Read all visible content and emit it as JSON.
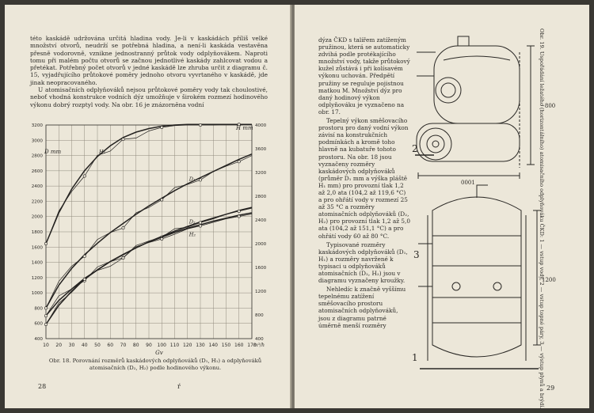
{
  "left_page": {
    "paragraph_1": "této kaskádě udržována určitá hladina vody. Je-li v kaskádách příliš velké množství otvorů, neudrží se potřebná hladina, a není-li kaskáda vestavěna přesně vodorovně, vznikne jednostranný průtok vody odplyňovákem. Naproti tomu při malém počtu otvorů se začnou jednotlivé kaskády zahlcovat vodou a přetékat. Potřebný počet otvorů v jedné kaskádě lze zhruba určit z diagramu č. 15, vyjadřujícího průtokové poměry jednoho otvoru vyvrtaného v kaskádě, jde jinak neopracovaného.",
    "paragraph_2": "U atomisačních odplyňováků nejsou průtokové poměry vody tak choulostivé, neboť vhodná konstrukce vodních dýz umožňuje v širokém rozmezí hodinového výkonu dobrý rozptyl vody. Na obr. 16 je znázorněna vodní",
    "caption": "Obr. 18. Porovnání rozměrů kaskádových odplyňováků (D₁, H₁) a odplyňováků atomisačních (D₂, H₂) podle hodinového výkonu.",
    "page_number": "28",
    "stray_mark": "ŕ"
  },
  "chart_data": {
    "type": "line",
    "title": "",
    "xlabel": "Gv",
    "x_unit": "m³/h",
    "ylabel_left": "D mm",
    "ylabel_right": "H mm",
    "xlim": [
      10,
      170
    ],
    "ylim_left": [
      400,
      3200
    ],
    "ylim_right": [
      400,
      4000
    ],
    "x_ticks": [
      "10",
      "20",
      "30",
      "40",
      "50",
      "60",
      "70",
      "80",
      "90",
      "100",
      "110",
      "120",
      "130",
      "140",
      "150",
      "160",
      "170"
    ],
    "y_ticks_left": [
      "400",
      "600",
      "800",
      "1000",
      "1200",
      "1400",
      "1600",
      "1800",
      "2000",
      "2200",
      "2400",
      "2600",
      "2800",
      "3000",
      "3200"
    ],
    "y_ticks_right": [
      "400",
      "800",
      "1200",
      "1600",
      "2000",
      "2400",
      "2800",
      "3200",
      "3600",
      "4000"
    ],
    "grid": true,
    "series": [
      {
        "name": "H₁",
        "axis": "right",
        "style": "smooth",
        "x": [
          10,
          20,
          30,
          40,
          50,
          60,
          70,
          80,
          90,
          100,
          110,
          120,
          130,
          140,
          150,
          160,
          170
        ],
        "y": [
          2000,
          2520,
          2920,
          3230,
          3470,
          3650,
          3790,
          3880,
          3940,
          3980,
          4000,
          4010,
          4010,
          4010,
          4010,
          4010,
          4010
        ]
      },
      {
        "name": "",
        "axis": "right",
        "style": "measured",
        "x": [
          10,
          20,
          30,
          40,
          50,
          60,
          70,
          80,
          90,
          100,
          110,
          120,
          130,
          140,
          150,
          160,
          170
        ],
        "y": [
          2000,
          2550,
          2880,
          3140,
          3490,
          3560,
          3760,
          3780,
          3900,
          3960,
          3990,
          4000,
          4000,
          4000,
          4010,
          4010,
          4010
        ]
      },
      {
        "name": "D₁",
        "axis": "left",
        "style": "smooth",
        "x": [
          10,
          20,
          30,
          40,
          50,
          60,
          70,
          80,
          90,
          100,
          110,
          120,
          130,
          140,
          150,
          160,
          170
        ],
        "y": [
          800,
          1100,
          1320,
          1500,
          1650,
          1790,
          1910,
          2030,
          2140,
          2240,
          2340,
          2430,
          2510,
          2590,
          2670,
          2750,
          2820
        ]
      },
      {
        "name": "",
        "axis": "left",
        "style": "measured",
        "x": [
          10,
          20,
          30,
          40,
          50,
          60,
          70,
          80,
          90,
          100,
          110,
          120,
          130,
          140,
          150,
          160,
          170
        ],
        "y": [
          800,
          1150,
          1350,
          1480,
          1700,
          1790,
          1850,
          2050,
          2120,
          2220,
          2380,
          2420,
          2480,
          2590,
          2660,
          2720,
          2800
        ]
      },
      {
        "name": "D₂",
        "axis": "left",
        "style": "smooth",
        "x": [
          10,
          20,
          30,
          40,
          50,
          60,
          70,
          80,
          90,
          100,
          110,
          120,
          130,
          140,
          150,
          160,
          170
        ],
        "y": [
          700,
          900,
          1050,
          1190,
          1300,
          1410,
          1500,
          1590,
          1670,
          1740,
          1810,
          1870,
          1930,
          1980,
          2030,
          2080,
          2120
        ]
      },
      {
        "name": "",
        "axis": "left",
        "style": "measured",
        "x": [
          10,
          20,
          30,
          40,
          50,
          60,
          70,
          80,
          90,
          100,
          110,
          120,
          130,
          140,
          150,
          160,
          170
        ],
        "y": [
          700,
          960,
          1050,
          1160,
          1340,
          1410,
          1460,
          1620,
          1680,
          1730,
          1840,
          1860,
          1920,
          1970,
          2030,
          2070,
          2110
        ]
      },
      {
        "name": "H₂",
        "axis": "right",
        "style": "smooth",
        "x": [
          10,
          20,
          30,
          40,
          50,
          60,
          70,
          80,
          90,
          100,
          110,
          120,
          130,
          140,
          150,
          160,
          170
        ],
        "y": [
          640,
          960,
          1200,
          1400,
          1560,
          1700,
          1820,
          1930,
          2030,
          2110,
          2190,
          2260,
          2320,
          2380,
          2430,
          2480,
          2520
        ]
      },
      {
        "name": "",
        "axis": "right",
        "style": "measured",
        "x": [
          10,
          20,
          30,
          40,
          50,
          60,
          70,
          80,
          90,
          100,
          110,
          120,
          130,
          140,
          150,
          160,
          170
        ],
        "y": [
          640,
          1000,
          1180,
          1400,
          1550,
          1620,
          1760,
          1950,
          2020,
          2080,
          2160,
          2250,
          2300,
          2360,
          2420,
          2460,
          2500
        ]
      }
    ]
  },
  "right_page": {
    "column_paragraph_1": "dýza ČKD s talířem zatíženým pružinou, která se automaticky zdvihá podle protékajícího množství vody, takže průtokový kužel zůstává i při kolísavém výkonu uchován. Předpětí pružiny se reguluje pojistnou matkou M. Množství dýz pro daný hodinový výkon odplyňováku je vyznačeno na obr. 17.",
    "column_paragraph_2": "Tepelný výkon směšovacího prostoru pro daný vodní výkon závisí na konstrukčních podmínkách a kromě toho hlavně na kubatuře tohoto prostoru. Na obr. 18 jsou vyznačeny rozměry kaskádových odplyňováků (průměr D₁ mm a výška pláště H₁ mm) pro provozní tlak 1,2 až 2,0 ata (104,2 až 119,6 °C) a pro ohřátí vody v rozmezí 25 až 35 °C a rozměry atomisačních odplyňováků (D₂, H₂) pro provozní tlak 1,2 až 5,0 ata (104,2 až 151,1 °C) a pro ohřátí vody 60 až 80 °C.",
    "column_paragraph_3": "Typisované rozměry kaskádových odplyňováků (D₁, H₁) a rozměry navržené k typisaci u odplyňováků atomisačních (D₂, H₂) jsou v diagramu vyznačeny kroužky.",
    "column_paragraph_4": "Nehledíc k značně vyššímu tepelnému zatížení směšovacího prostoru atomisačních odplyňováků, jsou z diagramu patrné úměrně menší rozměry",
    "vertical_caption": "Obr. 19. Uspořádání ležatého (horizontálního) atomisačního odplyňováku ČKD: 1 — vstup vody, 2 — vstup topné páry, 3 — výstup plynů a brýdí.",
    "dim_800": "~800",
    "dim_1200": "1200",
    "dim_0001": "0001",
    "label_1": "1",
    "label_2": "2",
    "label_3": "3",
    "page_number": "29"
  }
}
